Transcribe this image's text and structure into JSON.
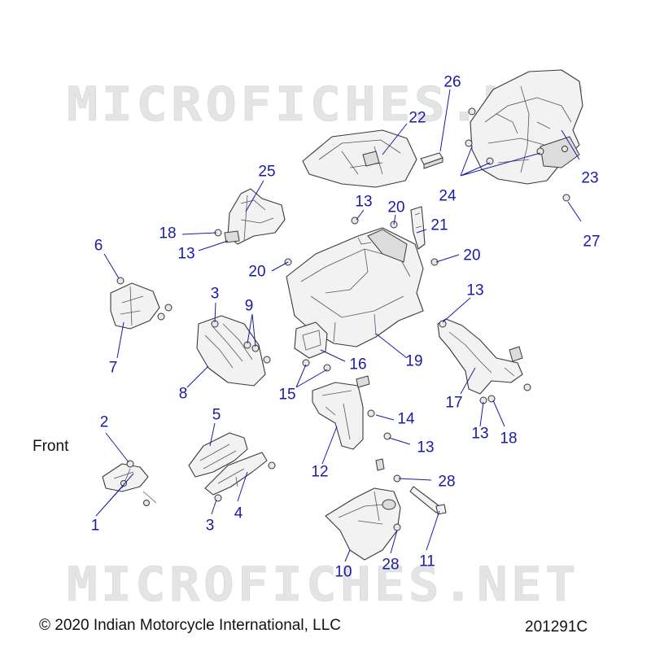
{
  "watermarks": {
    "top": "MICROFICHES.NET",
    "bottom": "MICROFICHES.NET"
  },
  "front_label": "Front",
  "footer": {
    "copyright": "© 2020 Indian Motorcycle International, LLC",
    "code": "201291C"
  },
  "callouts": [
    "26",
    "22",
    "23",
    "24",
    "27",
    "25",
    "13",
    "20",
    "21",
    "18",
    "13",
    "6",
    "20",
    "20",
    "3",
    "9",
    "13",
    "7",
    "8",
    "16",
    "19",
    "15",
    "17",
    "13",
    "18",
    "5",
    "14",
    "13",
    "2",
    "12",
    "28",
    "1",
    "3",
    "4",
    "10",
    "28",
    "11"
  ]
}
